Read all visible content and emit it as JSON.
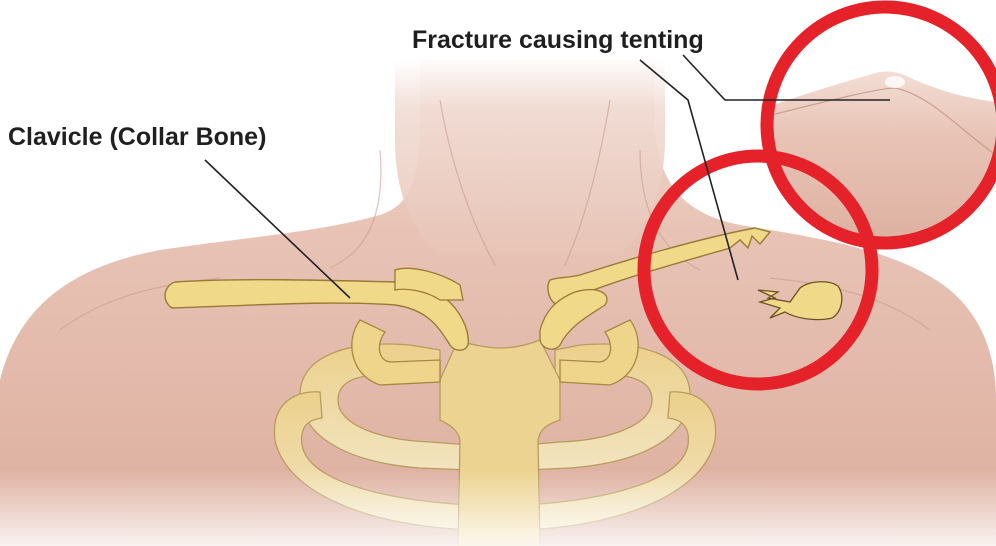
{
  "labels": {
    "clavicle": "Clavicle (Collar Bone)",
    "fracture": "Fracture causing tenting"
  },
  "colors": {
    "skin": "#e9c7bb",
    "skin_shadow": "#d9aea0",
    "neck_light": "#efd8d0",
    "bone": "#f1d98c",
    "bone_stroke": "#8a6a2a",
    "rib": "#ebd08a",
    "highlight_circle": "#e52229",
    "leader_line": "#222222"
  },
  "icons": {
    "magnifier_highlight": "red-circle-highlight"
  }
}
